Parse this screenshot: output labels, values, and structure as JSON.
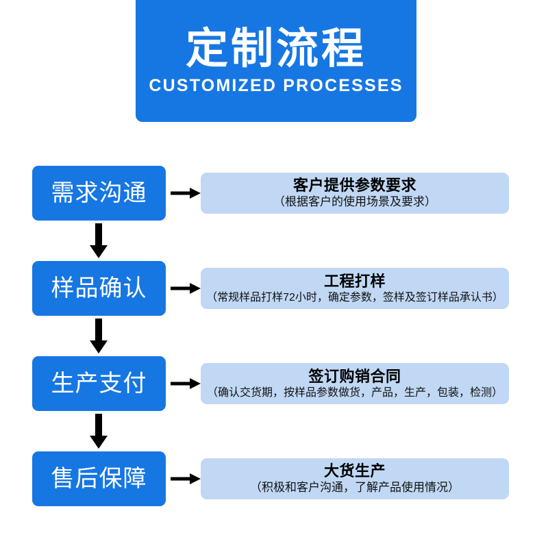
{
  "banner": {
    "title_cn": "定制流程",
    "title_en": "CUSTOMIZED PROCESSES",
    "background_color": "#1677e3",
    "text_color": "#ffffff"
  },
  "colors": {
    "primary_blue": "#1677e3",
    "panel_blue": "#c0d8f4",
    "arrow_black": "#000000",
    "page_background": "#ffffff"
  },
  "flow": {
    "arrow_right_icon": "arrow-right-icon",
    "arrow_down_icon": "arrow-down-icon",
    "steps": [
      {
        "step_label": "需求沟通",
        "detail_title": "客户提供参数要求",
        "detail_sub": "（根据客户的使用场景及要求）"
      },
      {
        "step_label": "样品确认",
        "detail_title": "工程打样",
        "detail_sub": "（常规样品打样72小时，确定参数，签样及签订样品承认书）"
      },
      {
        "step_label": "生产支付",
        "detail_title": "签订购销合同",
        "detail_sub": "（确认交货期，按样品参数做货，产品，生产，包装，检测）"
      },
      {
        "step_label": "售后保障",
        "detail_title": "大货生产",
        "detail_sub": "（积极和客户沟通，了解产品使用情况）"
      }
    ]
  }
}
